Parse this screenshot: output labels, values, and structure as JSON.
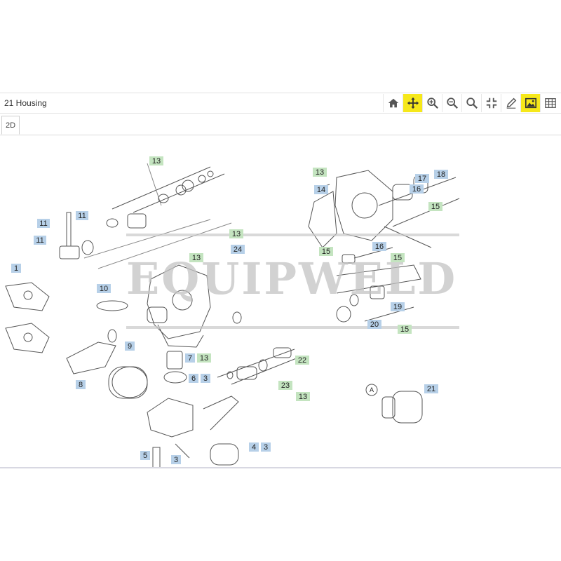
{
  "window": {
    "title": "21 Housing"
  },
  "tabs": [
    {
      "label": "2D"
    }
  ],
  "toolbar": {
    "buttons": [
      {
        "icon": "home-icon",
        "active": false
      },
      {
        "icon": "move-icon",
        "active": true
      },
      {
        "icon": "zoom-in-icon",
        "active": false
      },
      {
        "icon": "zoom-out-icon",
        "active": false
      },
      {
        "icon": "zoom-search-icon",
        "active": false
      },
      {
        "icon": "fit-view-icon",
        "active": false
      },
      {
        "icon": "pencil-icon",
        "active": false
      },
      {
        "icon": "image-icon",
        "active": true
      },
      {
        "icon": "table-icon",
        "active": false
      }
    ],
    "active_color": "#f6e81a"
  },
  "watermark": "EQUIPWELD",
  "callouts": [
    {
      "text": "13",
      "style": "green"
    },
    {
      "text": "11",
      "style": "blue"
    },
    {
      "text": "11",
      "style": "blue"
    },
    {
      "text": "11",
      "style": "blue"
    },
    {
      "text": "13",
      "style": "green"
    },
    {
      "text": "24",
      "style": "blue"
    },
    {
      "text": "13",
      "style": "green"
    },
    {
      "text": "1",
      "style": "blue"
    },
    {
      "text": "10",
      "style": "blue"
    },
    {
      "text": "9",
      "style": "blue"
    },
    {
      "text": "8",
      "style": "blue"
    },
    {
      "text": "7",
      "style": "blue"
    },
    {
      "text": "13",
      "style": "green"
    },
    {
      "text": "6",
      "style": "blue"
    },
    {
      "text": "3",
      "style": "blue"
    },
    {
      "text": "5",
      "style": "blue"
    },
    {
      "text": "3",
      "style": "blue"
    },
    {
      "text": "4",
      "style": "blue"
    },
    {
      "text": "3",
      "style": "blue"
    },
    {
      "text": "13",
      "style": "green"
    },
    {
      "text": "14",
      "style": "blue"
    },
    {
      "text": "15",
      "style": "green"
    },
    {
      "text": "17",
      "style": "blue"
    },
    {
      "text": "18",
      "style": "blue"
    },
    {
      "text": "16",
      "style": "blue"
    },
    {
      "text": "15",
      "style": "green"
    },
    {
      "text": "16",
      "style": "blue"
    },
    {
      "text": "15",
      "style": "green"
    },
    {
      "text": "19",
      "style": "blue"
    },
    {
      "text": "20",
      "style": "blue"
    },
    {
      "text": "15",
      "style": "green"
    },
    {
      "text": "22",
      "style": "green"
    },
    {
      "text": "23",
      "style": "green"
    },
    {
      "text": "13",
      "style": "green"
    },
    {
      "text": "21",
      "style": "blue"
    },
    {
      "text": "A",
      "style": "plain"
    }
  ],
  "colors": {
    "blue_label": "#b7d0e8",
    "green_label": "#c4e4c0"
  }
}
